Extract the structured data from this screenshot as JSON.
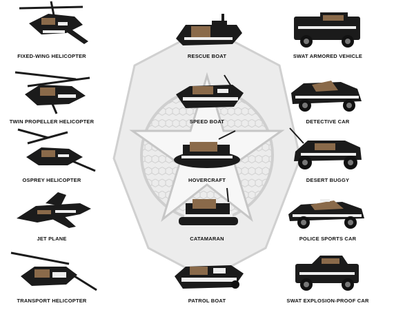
{
  "colors": {
    "brick_black": "#1b1b1b",
    "brick_tan": "#8a6a4a",
    "brick_white": "#eeeeee",
    "emblem_gray": "#d9d9d9"
  },
  "vehicles": [
    {
      "name": "FIXED-WING HELICOPTER"
    },
    {
      "name": "RESCUE BOAT"
    },
    {
      "name": "SWAT ARMORED VEHICLE"
    },
    {
      "name": "TWIN PROPELLER HELICOPTER"
    },
    {
      "name": "SPEED BOAT"
    },
    {
      "name": "DETECTIVE CAR"
    },
    {
      "name": "OSPREY HELICOPTER"
    },
    {
      "name": "HOVERCRAFT"
    },
    {
      "name": "DESERT BUGGY"
    },
    {
      "name": "JET PLANE"
    },
    {
      "name": "CATAMARAN"
    },
    {
      "name": "POLICE SPORTS CAR"
    },
    {
      "name": "TRANSPORT HELICOPTER"
    },
    {
      "name": "PATROL BOAT"
    },
    {
      "name": "SWAT EXPLOSION-PROOF CAR"
    }
  ]
}
